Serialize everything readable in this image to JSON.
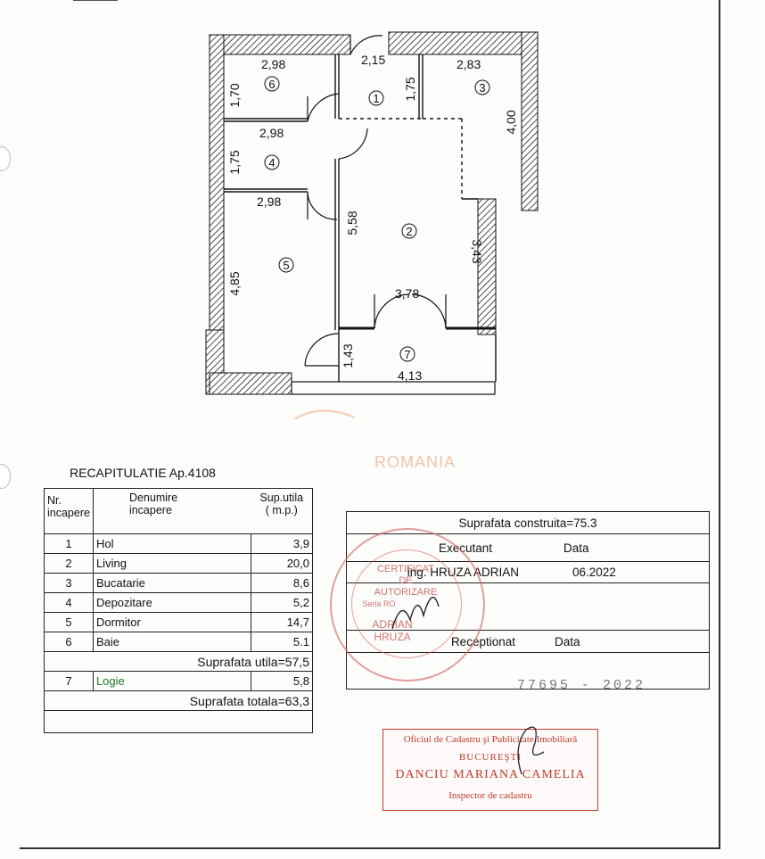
{
  "plan": {
    "dims": {
      "r6_w": "2,98",
      "r6_h": "1,70",
      "door1_w": "2,15",
      "r1_h": "1,75",
      "r3_w": "2,83",
      "r3_h": "4,00",
      "r4_w": "2,98",
      "r4_h": "1,75",
      "r5_w": "2,98",
      "r5_h": "4,85",
      "r2_h": "5,58",
      "r2_r": "3,43",
      "r2_w": "3,78",
      "r7_h": "1,43",
      "r7_w": "4,13"
    },
    "room_numbers": [
      "1",
      "2",
      "3",
      "4",
      "5",
      "6",
      "7"
    ]
  },
  "watermark": {
    "text": "ROMANIA"
  },
  "recap": {
    "title": "RECAPITULATIE Ap.4108",
    "headers": {
      "nr": "Nr.",
      "nr2": "incapere",
      "name": "Denumire",
      "name2": "incapere",
      "area": "Sup.utila",
      "area2": "( m.p.)"
    },
    "rows": [
      {
        "nr": "1",
        "name": "Hol",
        "area": "3,9"
      },
      {
        "nr": "2",
        "name": "Living",
        "area": "20,0"
      },
      {
        "nr": "3",
        "name": "Bucatarie",
        "area": "8,6"
      },
      {
        "nr": "4",
        "name": "Depozitare",
        "area": "5,2"
      },
      {
        "nr": "5",
        "name": "Dormitor",
        "area": "14,7"
      },
      {
        "nr": "6",
        "name": "Baie",
        "area": "5.1"
      }
    ],
    "useful_total": "Suprafata utila=57,5",
    "logie": {
      "nr": "7",
      "name": "Logie",
      "area": "5,8"
    },
    "grand_total": "Suprafata totala=63,3"
  },
  "signature": {
    "built_area": "Suprafata construita=75.3",
    "executant_label": "Executant",
    "data_label": "Data",
    "executant_name": "ing. HRUZA ADRIAN",
    "executant_date": "06.2022",
    "receptionat_label": "Receptionat",
    "data_label2": "Data",
    "serial": "77695 - 2022"
  },
  "stamp": {
    "line1": "CERTIFICAT",
    "line2": "DE",
    "line3": "AUTORIZARE",
    "line4": "Seria RO",
    "line5": "ADRIAN",
    "line6": "HRUZA"
  },
  "ocpi": {
    "line1": "Oficiul de Cadastru şi Publicitate Imobiliară",
    "line2": "BUCUREŞTI",
    "line3": "DANCIU MARIANA CAMELIA",
    "line4": "Inspector de cadastru"
  },
  "colors": {
    "stamp_red": "#c0392b",
    "logie_green": "#1a7a2a",
    "wall_hatch": "#222222"
  }
}
